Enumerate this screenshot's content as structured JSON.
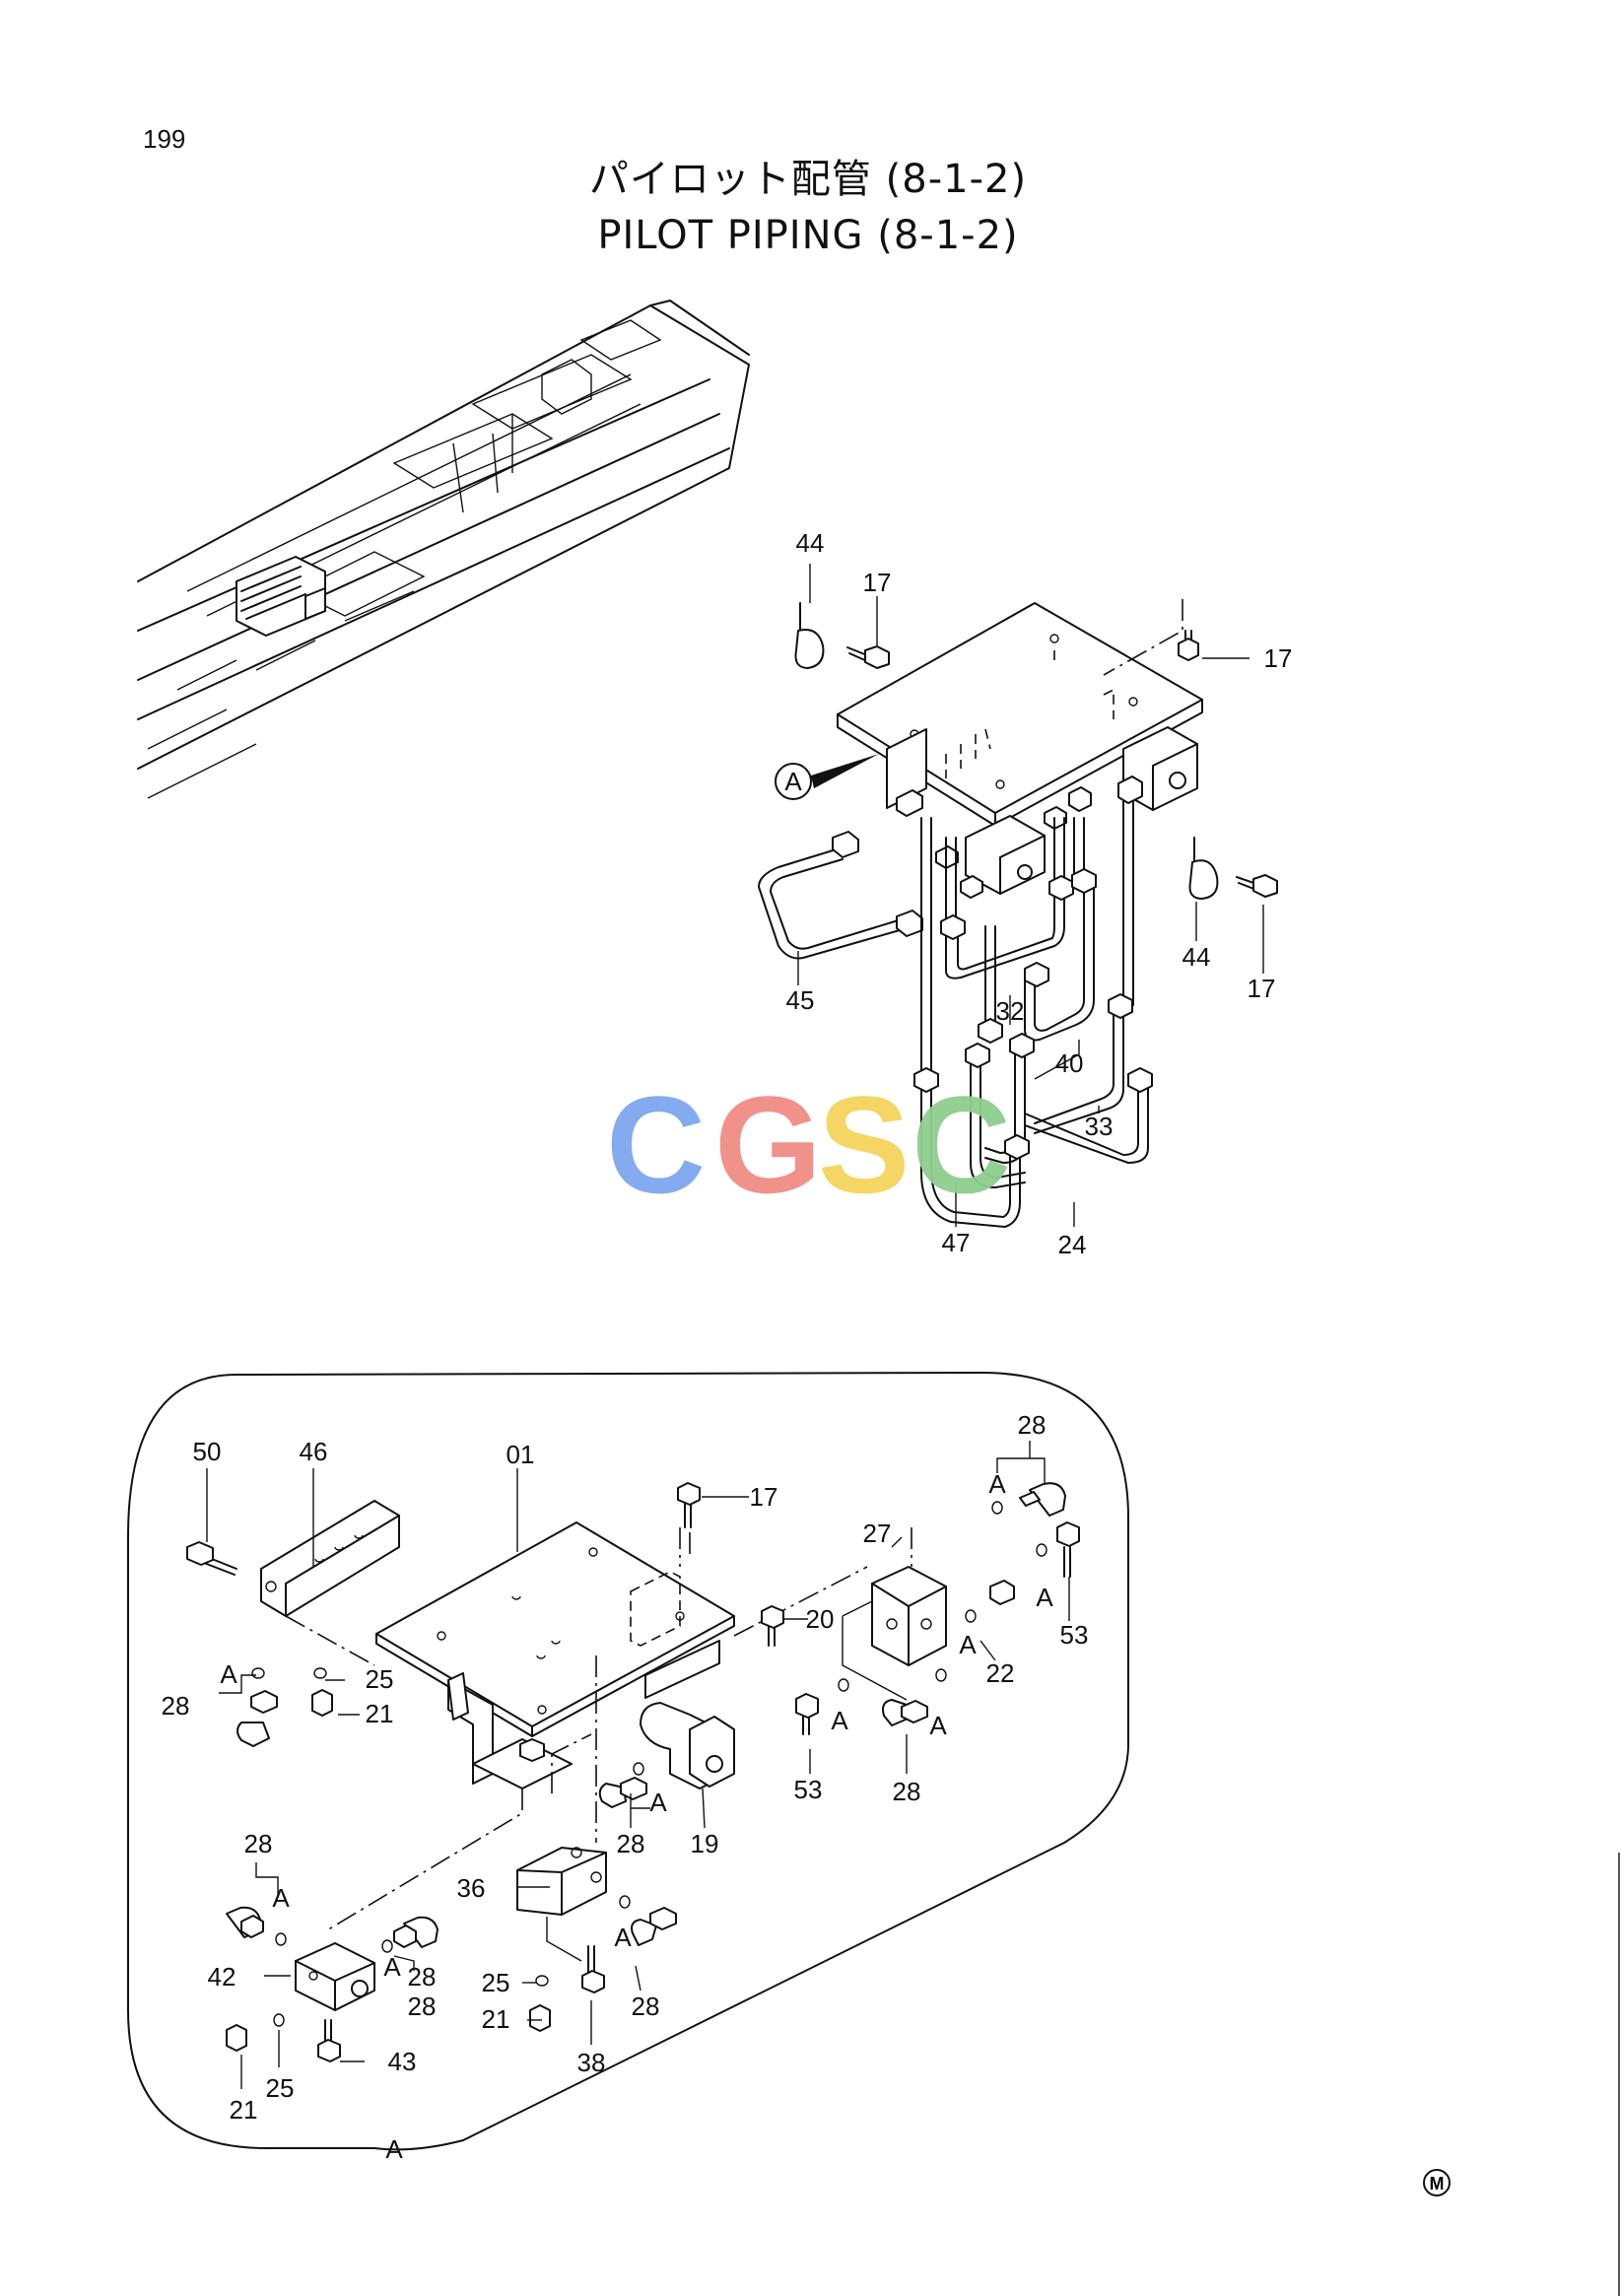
{
  "page": {
    "number": "199"
  },
  "header": {
    "title_jp": "パイロット配管 (8-1-2)",
    "title_en": "PILOT PIPING (8-1-2)"
  },
  "watermark": {
    "letters": [
      "C",
      "G",
      "S",
      "C"
    ],
    "colors": [
      "#7ea7f0",
      "#f08d84",
      "#f5d35c",
      "#8fcd8f"
    ]
  },
  "callout_marker": "A",
  "detail_label": "A",
  "manufacturer_mark": "M",
  "labels": {
    "top_44a": "44",
    "top_17a": "17",
    "top_17b": "17",
    "top_44b": "44",
    "top_17c": "17",
    "top_45": "45",
    "top_32": "32",
    "top_40": "40",
    "top_33": "33",
    "top_47": "47",
    "top_24": "24",
    "d_50": "50",
    "d_46": "46",
    "d_01": "01",
    "d_17": "17",
    "d_28a": "28",
    "d_27": "27",
    "d_A1": "A",
    "d_A2": "A",
    "d_53a": "53",
    "d_20": "20",
    "d_22": "22",
    "d_A3": "A",
    "d_A4": "A",
    "d_A5": "A",
    "d_25a": "25",
    "d_21a": "21",
    "d_28b": "28",
    "d_53b": "53",
    "d_28c": "28",
    "d_A6": "A",
    "d_28d": "28",
    "d_19": "19",
    "d_28e": "28",
    "d_A7": "A",
    "d_36": "36",
    "d_A8": "A",
    "d_28f": "28",
    "d_42": "42",
    "d_A9": "A",
    "d_28g": "28",
    "d_25b": "25",
    "d_21b": "21",
    "d_38": "38",
    "d_A10": "A",
    "d_28h": "28",
    "d_43": "43",
    "d_21c": "21",
    "d_25c": "25"
  }
}
